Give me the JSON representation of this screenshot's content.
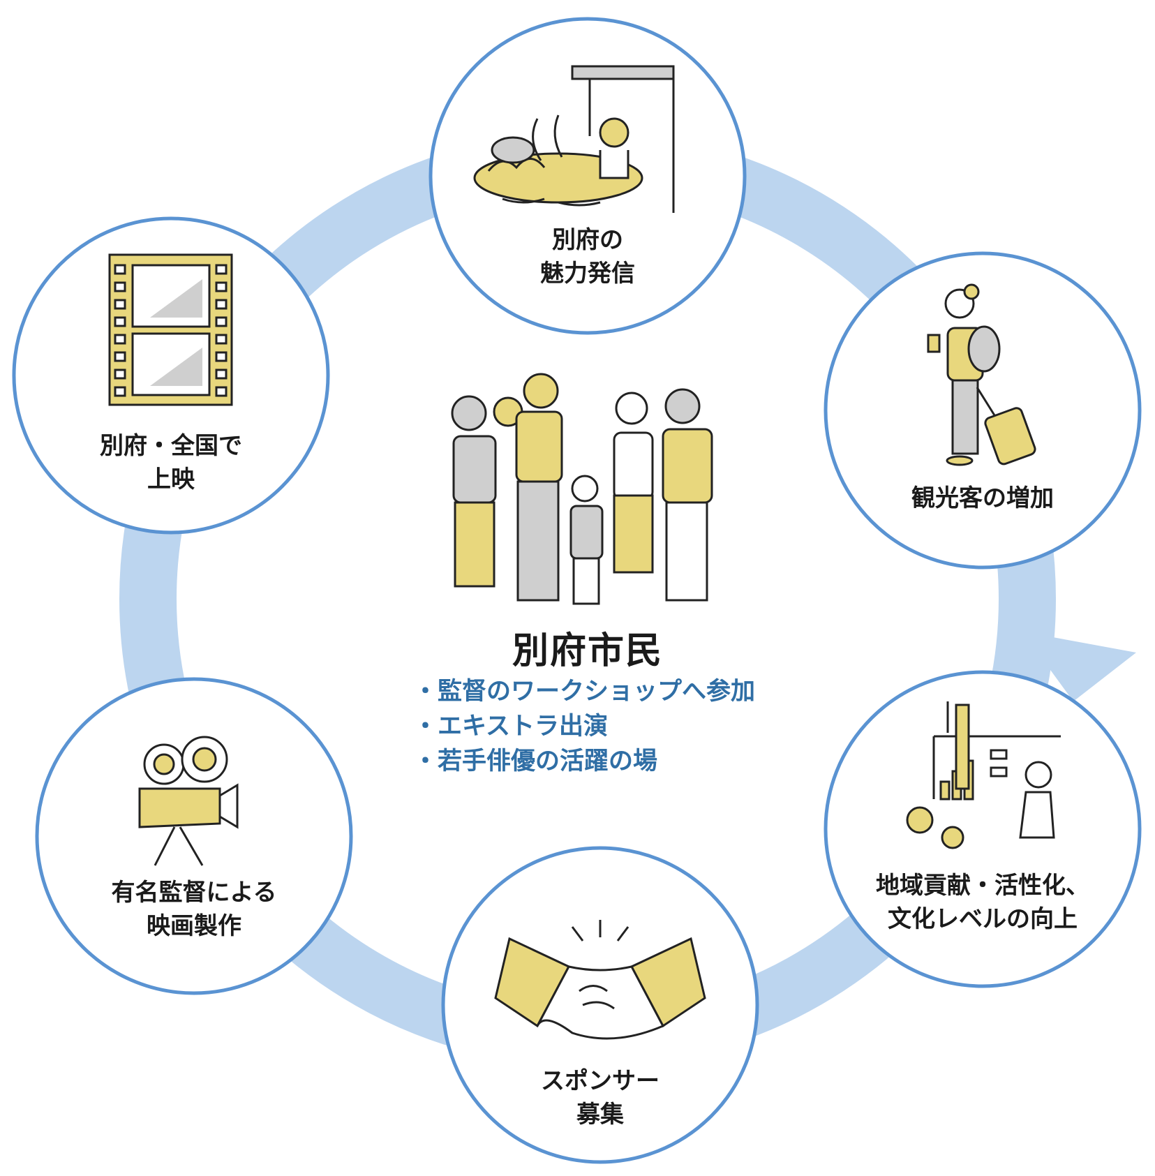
{
  "center": {
    "title": "別府市民",
    "items": [
      "・監督のワークショップへ参加",
      "・エキストラ出演",
      "・若手俳優の活躍の場"
    ]
  },
  "nodes": [
    {
      "lines": [
        "別府の",
        "魅力発信"
      ],
      "icon": "onsen-bath-icon"
    },
    {
      "lines": [
        "観光客の増加"
      ],
      "icon": "tourist-suitcase-icon"
    },
    {
      "lines": [
        "地域貢献・活性化、",
        "文化レベルの向上"
      ],
      "icon": "presentation-chart-icon"
    },
    {
      "lines": [
        "スポンサー",
        "募集"
      ],
      "icon": "handshake-icon"
    },
    {
      "lines": [
        "有名監督による",
        "映画製作"
      ],
      "icon": "movie-camera-icon"
    },
    {
      "lines": [
        "別府・全国で",
        "上映"
      ],
      "icon": "film-strip-icon"
    }
  ],
  "colors": {
    "ring": "#bcd5ef",
    "circle_border": "#5a93d2",
    "accent_yellow": "#e8d77d",
    "gray": "#c8c8c8",
    "list_text": "#2f6ea5"
  }
}
